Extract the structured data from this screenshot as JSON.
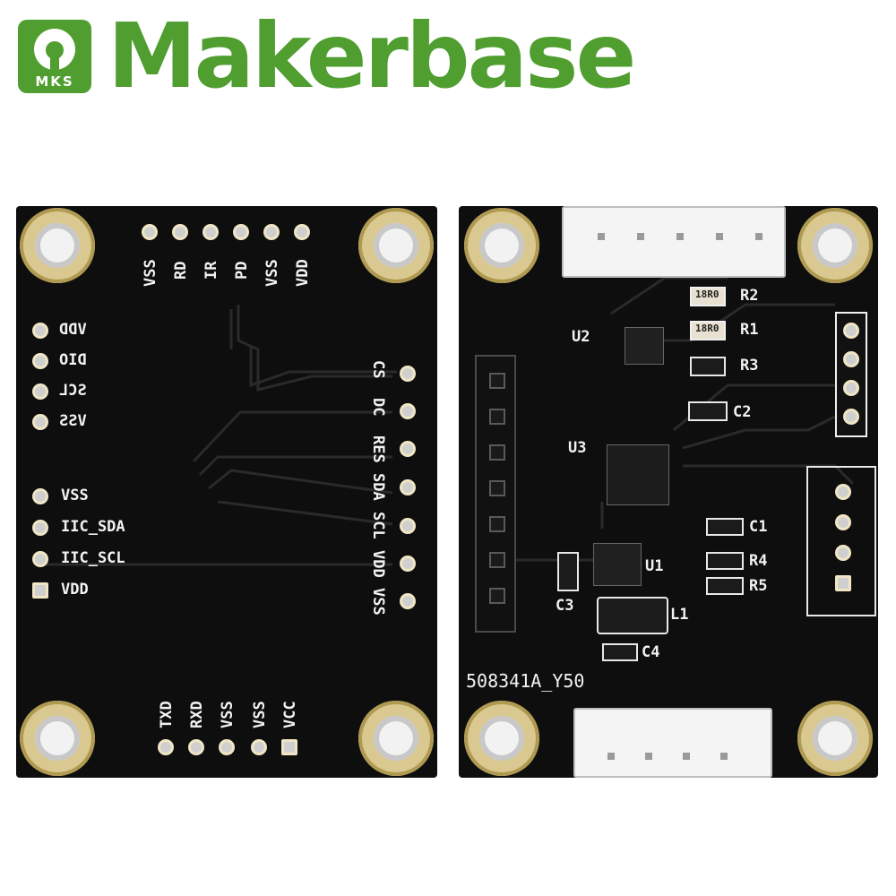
{
  "logo": {
    "mark_text": "MKS",
    "brand_name": "Makerbase",
    "brand_color": "#4f9e2f"
  },
  "left_board": {
    "top_pins": [
      "VSS",
      "RD",
      "IR",
      "PD",
      "VSS",
      "VDD"
    ],
    "left_pins_mirrored": [
      "VDD",
      "DIO",
      "SCL",
      "VSS"
    ],
    "left_pins": [
      "VSS",
      "IIC_SDA",
      "IIC_SCL",
      "VDD"
    ],
    "right_pins": [
      "CS",
      "DC",
      "RES",
      "SDA",
      "SCL",
      "VDD",
      "VSS"
    ],
    "bottom_pins": [
      "TXD",
      "RXD",
      "VSS",
      "VSS",
      "VCC"
    ]
  },
  "right_board": {
    "components": {
      "r2": "R2",
      "r1": "R1",
      "r3": "R3",
      "c2": "C2",
      "u2": "U2",
      "u3": "U3",
      "c1": "C1",
      "u1": "U1",
      "r4": "R4",
      "r5": "R5",
      "c3": "C3",
      "l1": "L1",
      "c4": "C4",
      "r2_code": "18R0",
      "r1_code": "18R0"
    },
    "board_code": "508341A_Y50"
  }
}
